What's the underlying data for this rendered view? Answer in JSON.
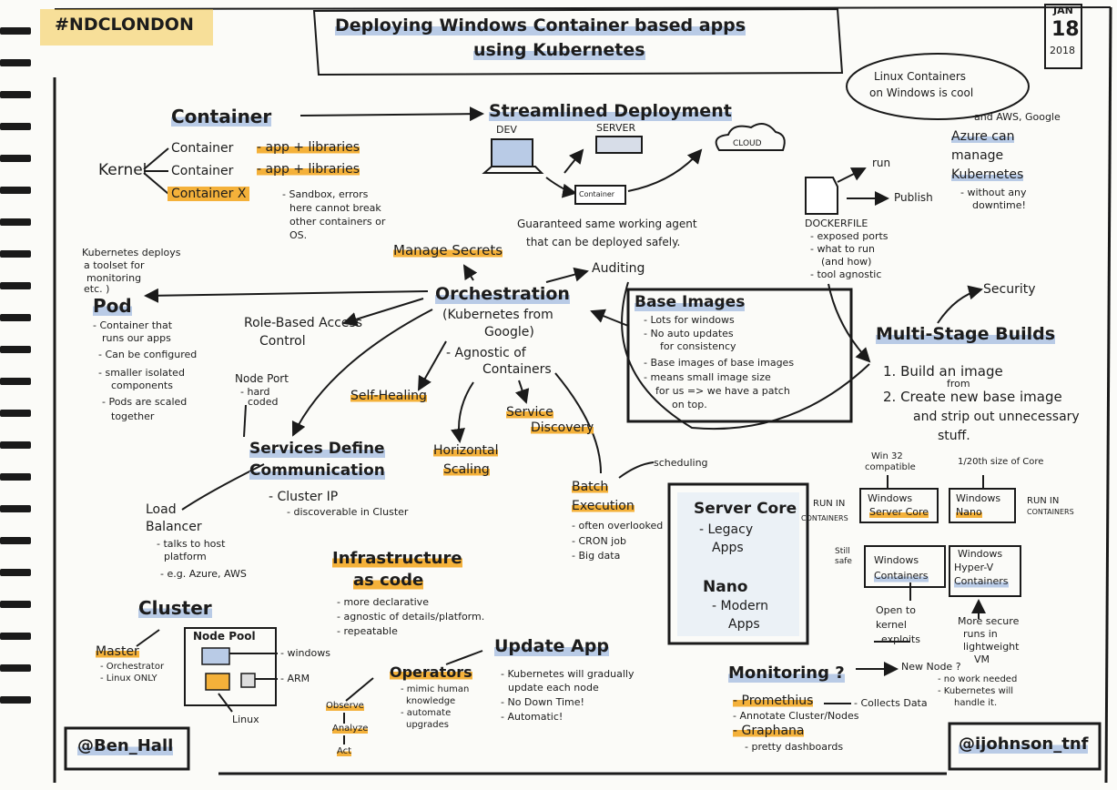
{
  "colors": {
    "highlight_orange": "#f4b13a",
    "highlight_blue": "#b9cbe6",
    "ink": "#1a1a1a",
    "paper": "#fbfbf8"
  },
  "header": {
    "hashtag": "#NDCLONDON",
    "title_line1": "Deploying Windows Container based apps",
    "title_line2": "using Kubernetes",
    "date_month": "JAN",
    "date_day": "18",
    "date_year": "2018"
  },
  "container": {
    "title": "Container",
    "kernel": "Kernel",
    "items": [
      "Container",
      "Container",
      "Container X"
    ],
    "libs": [
      "- app + libraries",
      "- app + libraries"
    ],
    "sandbox": [
      "- Sandbox, errors",
      "here cannot break",
      "other containers or",
      "OS."
    ]
  },
  "streamlined": {
    "title": "Streamlined Deployment",
    "dev": "DEV",
    "server": "SERVER",
    "cloud": "CLOUD",
    "container_label": "Container",
    "caption": [
      "Guaranteed same working agent",
      "that can be deployed safely."
    ]
  },
  "linux_bubble": [
    "Linux Containers",
    "on Windows is cool"
  ],
  "azure": {
    "aws_google": "and AWS, Google",
    "lines": [
      "Azure can",
      "manage",
      "Kubernetes"
    ],
    "note": [
      "- without any",
      "downtime!"
    ]
  },
  "dockerfile": {
    "run": "run",
    "publish": "Publish",
    "label": "DOCKERFILE",
    "notes": [
      "- exposed ports",
      "- what to run",
      "(and how)",
      "- tool agnostic"
    ]
  },
  "k8s_note": [
    "Kubernetes deploys",
    "a toolset for",
    "monitoring",
    "etc. )"
  ],
  "pod": {
    "title": "Pod",
    "notes": [
      "- Container that",
      "runs our apps",
      "- Can be configured",
      "- smaller isolated",
      "components",
      "- Pods are scaled",
      "together"
    ]
  },
  "manage_secrets": "Manage Secrets",
  "auditing": "Auditing",
  "orchestration": {
    "title": "Orchestration",
    "sub": [
      "(Kubernetes from",
      "Google)"
    ],
    "agnostic": [
      "- Agnostic of",
      "Containers"
    ]
  },
  "rbac": [
    "Role-Based Access",
    "Control"
  ],
  "nodeport": {
    "title": "Node Port",
    "notes": [
      "- hard",
      "coded"
    ]
  },
  "self_healing": "Self-Healing",
  "service_discovery": [
    "Service",
    "Discovery"
  ],
  "horizontal": [
    "Horizontal",
    "Scaling"
  ],
  "base_images": {
    "title": "Base Images",
    "notes": [
      "- Lots for windows",
      "- No auto updates",
      "for consistency",
      "- Base images of base images",
      "- means small image size",
      "for us => we have a patch",
      "on top."
    ]
  },
  "security": "Security",
  "multistage": {
    "title": "Multi-Stage Builds",
    "steps": [
      "1. Build an image",
      "from",
      "2. Create new base image",
      "and strip out unnecessary",
      "stuff."
    ]
  },
  "services": {
    "title": [
      "Services Define",
      "Communication"
    ],
    "cluster_ip": "- Cluster IP",
    "note": "- discoverable in Cluster"
  },
  "load_balancer": {
    "title": [
      "Load",
      "Balancer"
    ],
    "notes": [
      "- talks to host",
      "platform",
      "- e.g. Azure, AWS"
    ]
  },
  "batch": {
    "scheduling": "scheduling",
    "title": [
      "Batch",
      "Execution"
    ],
    "notes": [
      "- often overlooked",
      "- CRON job",
      "- Big data"
    ]
  },
  "server_core_box": {
    "title": "Server Core",
    "legacy": [
      "- Legacy",
      "Apps"
    ],
    "nano": "Nano",
    "modern": [
      "- Modern",
      "Apps"
    ]
  },
  "windows_grid": {
    "win32": [
      "Win 32",
      "compatible"
    ],
    "size": "1/20th size of Core",
    "run_in": [
      "RUN IN",
      "CONTAINERS"
    ],
    "server_core": [
      "Windows",
      "Server Core"
    ],
    "nano": [
      "Windows",
      "Nano"
    ],
    "run_in_right": [
      "RUN IN",
      "CONTAINERS"
    ],
    "still_safe": [
      "Still",
      "safe"
    ],
    "containers": [
      "Windows",
      "Containers"
    ],
    "hyperv": [
      "Windows",
      "Hyper-V",
      "Containers"
    ],
    "open_kernel": [
      "Open to",
      "kernel",
      "exploits"
    ],
    "more_secure": [
      "More secure",
      "runs in",
      "lightweight",
      "VM"
    ]
  },
  "iac": {
    "title": [
      "Infrastructure",
      "as code"
    ],
    "notes": [
      "- more declarative",
      "- agnostic of details/platform.",
      "- repeatable"
    ]
  },
  "cluster": {
    "title": "Cluster",
    "master": "Master",
    "master_notes": [
      "- Orchestrator",
      "- Linux ONLY"
    ],
    "node_pool": "Node Pool",
    "windows": "- windows",
    "arm": "- ARM",
    "linux": "Linux"
  },
  "update_app": {
    "title": "Update App",
    "notes": [
      "- Kubernetes will gradually",
      "update each node",
      "- No Down Time!",
      "- Automatic!"
    ]
  },
  "operators": {
    "title": "Operators",
    "notes": [
      "- mimic human",
      "knowledge",
      "- automate",
      "upgrades"
    ],
    "loop": [
      "Observe",
      "Analyze",
      "Act"
    ]
  },
  "monitoring": {
    "title": "Monitoring ?",
    "new_node": "New Node ?",
    "new_node_notes": [
      "- no work needed",
      "- Kubernetes will",
      "handle it."
    ],
    "prometheus": "- Promethius",
    "collects": "- Collects Data",
    "annotate": "- Annotate Cluster/Nodes",
    "grafana": "- Graphana",
    "grafana_note": "- pretty dashboards"
  },
  "footer": {
    "left": "@Ben_Hall",
    "right": "@ijohnson_tnf"
  }
}
